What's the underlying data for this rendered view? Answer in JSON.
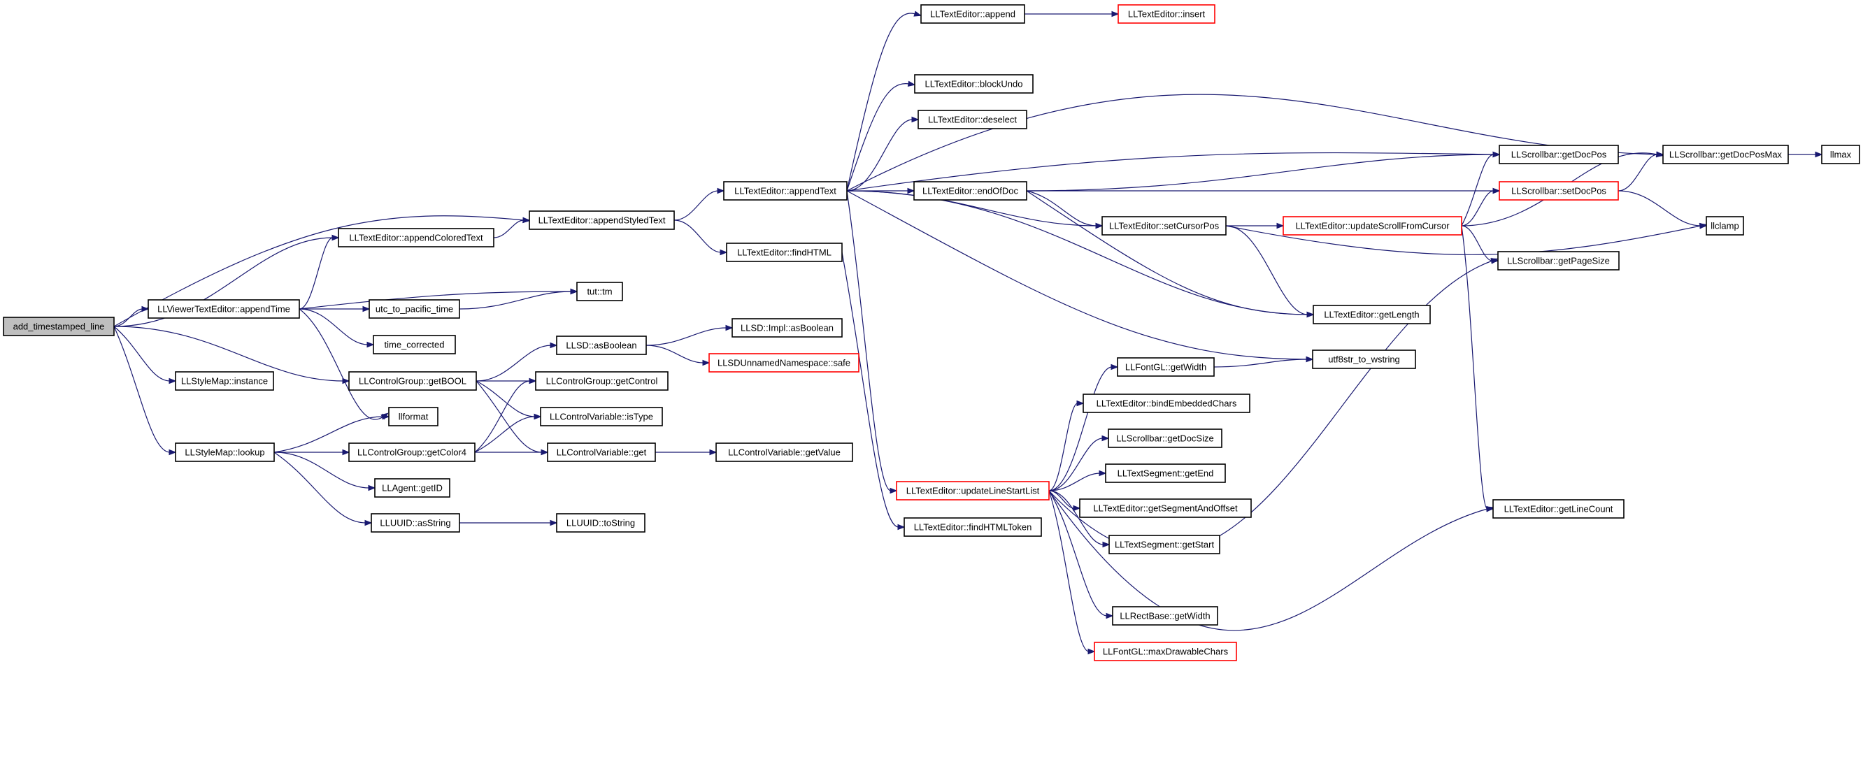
{
  "colors": {
    "edge": "#191970",
    "root_fill": "#bfbfbf",
    "node_fill": "#ffffff",
    "node_border": "#000000",
    "truncated_border": "#ff0000"
  },
  "nodes": {
    "n0": {
      "label": "add_timestamped_line",
      "root": true
    },
    "n1": {
      "label": "LLTextEditor::appendStyledText"
    },
    "n2": {
      "label": "LLTextEditor::appendText"
    },
    "n3": {
      "label": "LLTextEditor::append"
    },
    "n4": {
      "label": "LLTextEditor::insert",
      "truncated": true
    },
    "n5": {
      "label": "LLScrollbar::getDocPosMax"
    },
    "n6": {
      "label": "llmax"
    },
    "n7": {
      "label": "LLTextEditor::blockUndo"
    },
    "n8": {
      "label": "LLTextEditor::deselect"
    },
    "n9": {
      "label": "LLTextEditor::endOfDoc"
    },
    "n10": {
      "label": "LLScrollbar::getDocPos"
    },
    "n11": {
      "label": "LLScrollbar::setDocPos",
      "truncated": true
    },
    "n12": {
      "label": "llclamp"
    },
    "n13": {
      "label": "LLTextEditor::setCursorPos"
    },
    "n14": {
      "label": "LLTextEditor::updateScrollFromCursor",
      "truncated": true
    },
    "n15": {
      "label": "LLScrollbar::getPageSize"
    },
    "n16": {
      "label": "LLTextEditor::getLength"
    },
    "n17": {
      "label": "LLTextEditor::getLineCount"
    },
    "n18": {
      "label": "utf8str_to_wstring"
    },
    "n19": {
      "label": "LLTextEditor::updateLineStartList",
      "truncated": true
    },
    "n20": {
      "label": "LLFontGL::getWidth"
    },
    "n21": {
      "label": "LLTextEditor::bindEmbeddedChars"
    },
    "n22": {
      "label": "LLScrollbar::getDocSize"
    },
    "n23": {
      "label": "LLTextSegment::getEnd"
    },
    "n24": {
      "label": "LLTextEditor::getSegmentAndOffset"
    },
    "n25": {
      "label": "LLTextSegment::getStart"
    },
    "n26": {
      "label": "LLRectBase::getWidth"
    },
    "n27": {
      "label": "LLFontGL::maxDrawableChars",
      "truncated": true
    },
    "n28": {
      "label": "LLTextEditor::findHTML"
    },
    "n29": {
      "label": "LLTextEditor::findHTMLToken"
    },
    "n30": {
      "label": "LLTextEditor::appendColoredText"
    },
    "n31": {
      "label": "LLViewerTextEditor::appendTime"
    },
    "n32": {
      "label": "tut::tm"
    },
    "n33": {
      "label": "utc_to_pacific_time"
    },
    "n34": {
      "label": "time_corrected"
    },
    "n35": {
      "label": "llformat"
    },
    "n36": {
      "label": "LLControlGroup::getBOOL"
    },
    "n37": {
      "label": "LLSD::asBoolean"
    },
    "n38": {
      "label": "LLSD::Impl::asBoolean"
    },
    "n39": {
      "label": "LLSDUnnamedNamespace::safe",
      "truncated": true
    },
    "n40": {
      "label": "LLControlGroup::getControl"
    },
    "n41": {
      "label": "LLControlVariable::isType"
    },
    "n42": {
      "label": "LLControlVariable::get"
    },
    "n43": {
      "label": "LLControlVariable::getValue"
    },
    "n44": {
      "label": "LLStyleMap::instance"
    },
    "n45": {
      "label": "LLStyleMap::lookup"
    },
    "n46": {
      "label": "LLControlGroup::getColor4"
    },
    "n47": {
      "label": "LLAgent::getID"
    },
    "n48": {
      "label": "LLUUID::asString"
    },
    "n49": {
      "label": "LLUUID::toString"
    }
  },
  "edges": [
    [
      "n0",
      "n1"
    ],
    [
      "n0",
      "n30"
    ],
    [
      "n0",
      "n31"
    ],
    [
      "n0",
      "n36"
    ],
    [
      "n0",
      "n44"
    ],
    [
      "n0",
      "n45"
    ],
    [
      "n1",
      "n2"
    ],
    [
      "n1",
      "n28"
    ],
    [
      "n2",
      "n3"
    ],
    [
      "n2",
      "n5"
    ],
    [
      "n2",
      "n7"
    ],
    [
      "n2",
      "n8"
    ],
    [
      "n2",
      "n9"
    ],
    [
      "n2",
      "n10"
    ],
    [
      "n2",
      "n13"
    ],
    [
      "n2",
      "n16"
    ],
    [
      "n2",
      "n18"
    ],
    [
      "n2",
      "n19"
    ],
    [
      "n3",
      "n4"
    ],
    [
      "n5",
      "n6"
    ],
    [
      "n9",
      "n10"
    ],
    [
      "n9",
      "n11"
    ],
    [
      "n9",
      "n13"
    ],
    [
      "n9",
      "n16"
    ],
    [
      "n11",
      "n5"
    ],
    [
      "n11",
      "n12"
    ],
    [
      "n13",
      "n14"
    ],
    [
      "n13",
      "n16"
    ],
    [
      "n13",
      "n12"
    ],
    [
      "n14",
      "n10"
    ],
    [
      "n14",
      "n11"
    ],
    [
      "n14",
      "n5"
    ],
    [
      "n14",
      "n15"
    ],
    [
      "n14",
      "n17"
    ],
    [
      "n19",
      "n20"
    ],
    [
      "n19",
      "n21"
    ],
    [
      "n19",
      "n22"
    ],
    [
      "n19",
      "n23"
    ],
    [
      "n19",
      "n24"
    ],
    [
      "n19",
      "n25"
    ],
    [
      "n19",
      "n26"
    ],
    [
      "n19",
      "n27"
    ],
    [
      "n19",
      "n15"
    ],
    [
      "n19",
      "n17"
    ],
    [
      "n20",
      "n18"
    ],
    [
      "n28",
      "n29"
    ],
    [
      "n30",
      "n1"
    ],
    [
      "n31",
      "n30"
    ],
    [
      "n31",
      "n32"
    ],
    [
      "n31",
      "n33"
    ],
    [
      "n31",
      "n34"
    ],
    [
      "n31",
      "n35"
    ],
    [
      "n33",
      "n32"
    ],
    [
      "n36",
      "n37"
    ],
    [
      "n36",
      "n40"
    ],
    [
      "n36",
      "n41"
    ],
    [
      "n36",
      "n42"
    ],
    [
      "n37",
      "n38"
    ],
    [
      "n37",
      "n39"
    ],
    [
      "n42",
      "n43"
    ],
    [
      "n45",
      "n35"
    ],
    [
      "n45",
      "n46"
    ],
    [
      "n45",
      "n47"
    ],
    [
      "n45",
      "n48"
    ],
    [
      "n46",
      "n40"
    ],
    [
      "n46",
      "n41"
    ],
    [
      "n46",
      "n42"
    ],
    [
      "n48",
      "n49"
    ]
  ]
}
